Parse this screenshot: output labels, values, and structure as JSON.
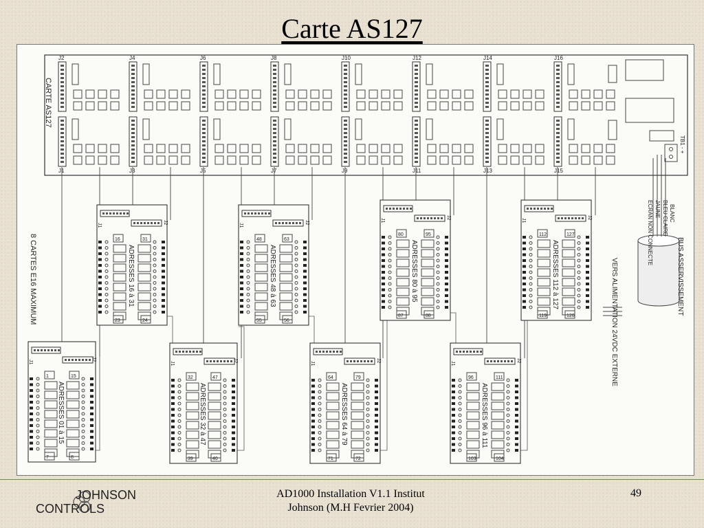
{
  "slide": {
    "title": "Carte AS127",
    "footer_line1": "AD1000 Installation V1.1 Institut",
    "footer_line2": "Johnson   (M.H Fevrier 2004)",
    "number": "49"
  },
  "logo": {
    "line1": "JOHNSON",
    "line2": "CONTROLS"
  },
  "diagram": {
    "main_board_label": "CARTE AS127",
    "side_label": "8 CARTES E16 MAXIMUM",
    "tb_label": "TB1 - +",
    "connectors_top": [
      "J2",
      "J4",
      "J6",
      "J8",
      "J10",
      "J12",
      "J14",
      "J16"
    ],
    "connectors_bottom": [
      "J1",
      "J3",
      "J5",
      "J7",
      "J9",
      "J11",
      "J13",
      "J15"
    ],
    "cable_labels": [
      "BUS ASSERVISSEMENT",
      "BLANC",
      "BLEU CLAIRE",
      "JAUNE",
      "ECRAN NON CONNECTE",
      "VERS ALIMENTATION 24VDC EXTERNE"
    ],
    "cards": [
      {
        "address": "ADRESSES 01 à 15",
        "first_left": "1",
        "first_right": "15",
        "last_left": "7",
        "last_right": "8"
      },
      {
        "address": "ADRESSES 16 à 31",
        "first_left": "16",
        "first_right": "31",
        "last_left": "23",
        "last_right": "24"
      },
      {
        "address": "ADRESSES 32 à 47",
        "first_left": "32",
        "first_right": "47",
        "last_left": "39",
        "last_right": "40"
      },
      {
        "address": "ADRESSES 48 à 63",
        "first_left": "48",
        "first_right": "63",
        "last_left": "55",
        "last_right": "56"
      },
      {
        "address": "ADRESSES 64 à 79",
        "first_left": "64",
        "first_right": "79",
        "last_left": "71",
        "last_right": "72"
      },
      {
        "address": "ADRESSES 80 à 95",
        "first_left": "80",
        "first_right": "95",
        "last_left": "87",
        "last_right": "88"
      },
      {
        "address": "ADRESSES 96 à 111",
        "first_left": "96",
        "first_right": "111",
        "last_left": "103",
        "last_right": "104"
      },
      {
        "address": "ADRESSES 112 à 127",
        "first_left": "112",
        "first_right": "127",
        "last_left": "119",
        "last_right": "120"
      }
    ]
  }
}
